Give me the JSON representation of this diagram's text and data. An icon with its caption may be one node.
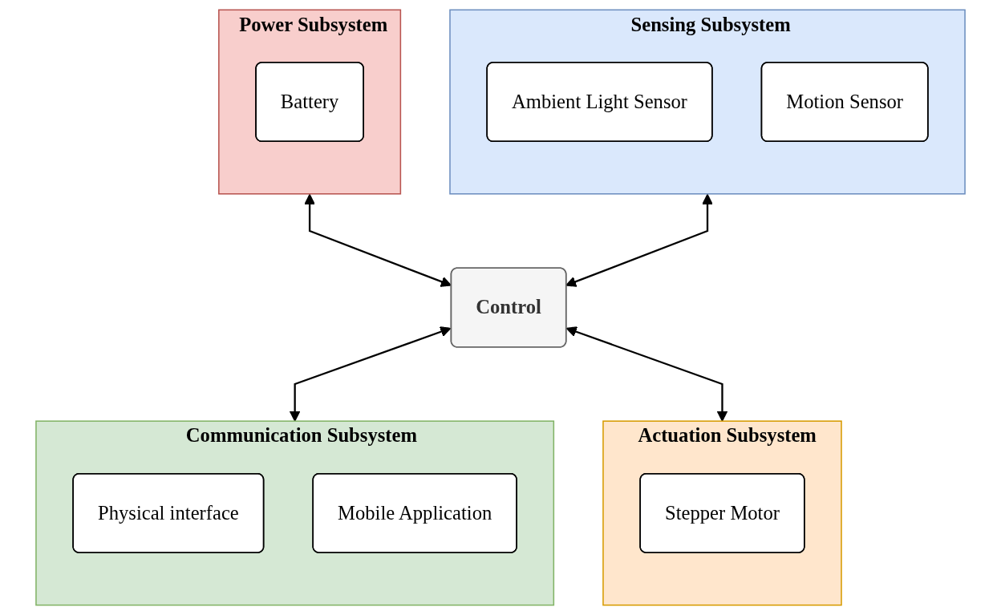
{
  "diagram": {
    "nodes": [
      {
        "text": [
          "Power Subsystem"
        ]
      },
      {
        "text": [
          "Battery"
        ],
        "in": 0
      },
      {
        "text": [
          "Sensing Subsystem"
        ]
      },
      {
        "text": [
          "Ambient Light Sensor"
        ],
        "in": 2
      },
      {
        "text": [
          "Motion Sensor"
        ],
        "in": 2
      },
      {
        "text": [
          "Control"
        ]
      },
      {
        "text": [
          "Communication Subsystem"
        ]
      },
      {
        "text": [
          "Physical interface"
        ],
        "in": 6
      },
      {
        "text": [
          "Mobile Application"
        ],
        "in": 6
      },
      {
        "text": [
          "Actuation Subsystem"
        ]
      },
      {
        "text": [
          "Stepper Motor"
        ],
        "in": 9
      }
    ],
    "edges": [
      {
        "from": 0,
        "to": 5,
        "arrow": "both"
      },
      {
        "from": 2,
        "to": 5,
        "arrow": "both"
      },
      {
        "from": 5,
        "to": 6,
        "arrow": "both"
      },
      {
        "from": 5,
        "to": 9,
        "arrow": "both"
      }
    ]
  }
}
